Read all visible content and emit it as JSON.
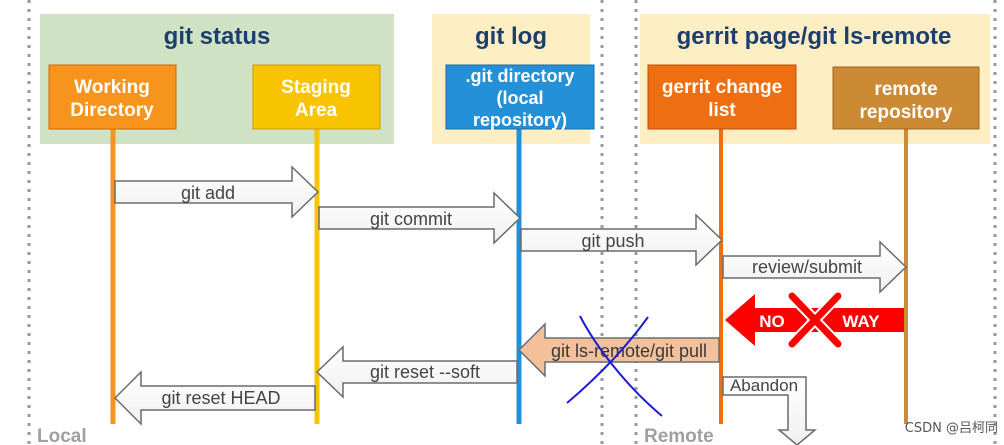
{
  "groups": {
    "git_status": {
      "title": "git status"
    },
    "git_log": {
      "title": "git log"
    },
    "gerrit": {
      "title": "gerrit page/git ls-remote"
    }
  },
  "boxes": {
    "working_directory": [
      "Working",
      "Directory"
    ],
    "staging_area": [
      "Staging",
      "Area"
    ],
    "git_directory": [
      ".git directory",
      "(local",
      "repository)"
    ],
    "gerrit_change_list": [
      "gerrit change",
      "list"
    ],
    "remote_repository": [
      "remote",
      "repository"
    ]
  },
  "arrows": {
    "git_add": "git add",
    "git_commit": "git commit",
    "git_push": "git push",
    "review_submit": "review/submit",
    "no": "NO",
    "way": "WAY",
    "ls_remote_pull": "git ls-remote/git pull",
    "reset_soft": "git reset --soft",
    "reset_head": "git reset HEAD",
    "abandon": "Abandon"
  },
  "zones": {
    "local": "Local",
    "remote": "Remote"
  },
  "watermark": "CSDN @吕柯同",
  "colors": {
    "green_panel": "#cfe3c4",
    "yellow_panel": "#fdeec4",
    "working_dir": "#f7941d",
    "staging": "#f8c300",
    "git_dir": "#2490d8",
    "gerrit_change": "#ee6f12",
    "remote_repo": "#cd8a35",
    "title_blue": "#1d3f6e",
    "no_way_red": "#ff0000",
    "pull_fill": "#f2c19c"
  }
}
